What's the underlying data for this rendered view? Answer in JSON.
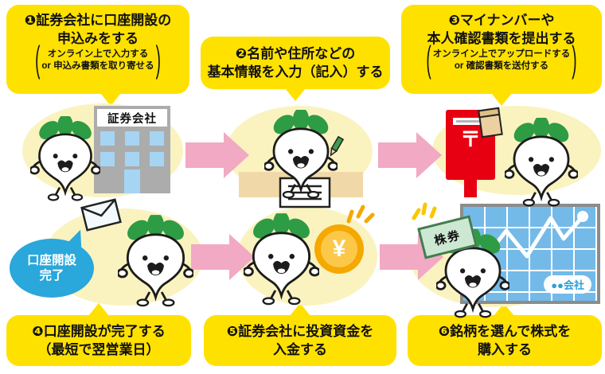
{
  "steps": [
    {
      "lines": [
        "❶証券会社に口座開設の",
        "申込みをする"
      ],
      "note": [
        "オンライン上で入力する",
        "or 申込み書類を取り寄せる"
      ]
    },
    {
      "lines": [
        "❷名前や住所などの",
        "基本情報を入力（記入）する"
      ]
    },
    {
      "lines": [
        "❸マイナンバーや",
        "本人確認書類を提出する"
      ],
      "note": [
        "オンライン上でアップロードする",
        "or 確認書類を送付する"
      ]
    },
    {
      "lines": [
        "❹口座開設が完了する",
        "（最短で翌営業日）"
      ]
    },
    {
      "lines": [
        "❺証券会社に投資資金を",
        "入金する"
      ]
    },
    {
      "lines": [
        "❻銘柄を選んで株式を",
        "購入する"
      ]
    }
  ],
  "scene": {
    "building_sign": "証券会社",
    "postbox_mark": "〒",
    "bubble_line1": "口座開設",
    "bubble_line2": "完了",
    "coin_symbol": "¥",
    "certificate_label": "株券",
    "chart_company": "●●会社"
  },
  "colors": {
    "callout_yellow": "#FFE100",
    "arrow_pink": "#F2A9C4",
    "blob_yellow": "#FAF3BF",
    "leaf_green": "#2E9B45",
    "bubble_blue": "#2AA7DB",
    "postbox_red": "#E60012",
    "coin_orange": "#F5A800",
    "chart_blue": "#73BAE9"
  }
}
